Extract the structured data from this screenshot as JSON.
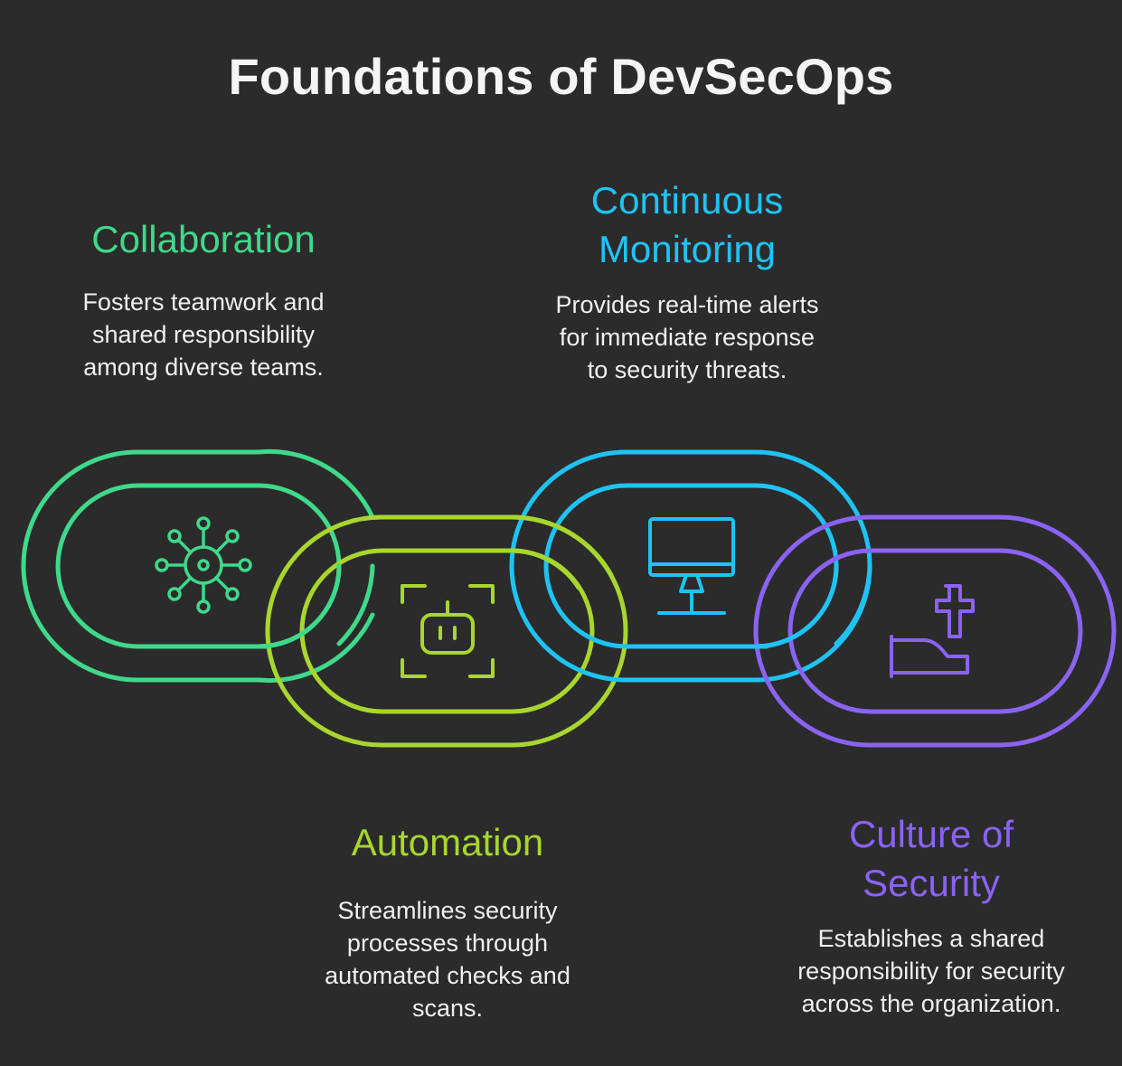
{
  "title": "Foundations of DevSecOps",
  "colors": {
    "collaboration": "#3fd98a",
    "automation": "#a8d62f",
    "monitoring": "#1fc3f3",
    "culture": "#8a63f2",
    "background": "#2b2b2b"
  },
  "items": [
    {
      "heading": "Collaboration",
      "description_lines": [
        "Fosters teamwork and",
        "shared responsibility",
        "among diverse teams."
      ],
      "icon": "network-hub-icon"
    },
    {
      "heading_lines": [
        "Continuous",
        "Monitoring"
      ],
      "description_lines": [
        "Provides real-time alerts",
        "for immediate response",
        "to security threats."
      ],
      "icon": "monitor-icon"
    },
    {
      "heading": "Automation",
      "description_lines": [
        "Streamlines security",
        "processes through",
        "automated checks and",
        "scans."
      ],
      "icon": "robot-scan-icon"
    },
    {
      "heading_lines": [
        "Culture of",
        "Security"
      ],
      "description_lines": [
        "Establishes a shared",
        "responsibility for security",
        "across the organization."
      ],
      "icon": "hand-cross-icon"
    }
  ]
}
